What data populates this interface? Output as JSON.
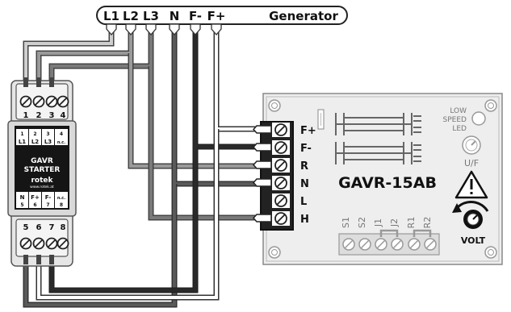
{
  "generator": {
    "terminals": [
      "L1",
      "L2",
      "L3",
      "N",
      "F-",
      "F+"
    ],
    "label": "Generator"
  },
  "starter": {
    "top_numbers": [
      "1",
      "2",
      "3",
      "4"
    ],
    "top_labels": [
      "L1",
      "L2",
      "L3",
      "n.c."
    ],
    "name_line1": "GAVR",
    "name_line2": "STARTER",
    "brand": "rotek",
    "website": "www.rotek.at",
    "bottom_labels": [
      "N",
      "F+",
      "F-",
      "n.c."
    ],
    "bottom_numbers": [
      "5",
      "6",
      "7",
      "8"
    ],
    "bottom_terminals": [
      "5",
      "6",
      "7",
      "8"
    ]
  },
  "avr": {
    "model": "GAVR-15AB",
    "terminals": [
      "F+",
      "F-",
      "R",
      "N",
      "L",
      "H"
    ],
    "led_label_1": "LOW",
    "led_label_2": "SPEED",
    "led_label_3": "LED",
    "uf_label": "U/F",
    "volt_label": "VOLT",
    "bottom_terminals": [
      "S1",
      "S2",
      "J1",
      "J2",
      "R1",
      "R2"
    ]
  }
}
